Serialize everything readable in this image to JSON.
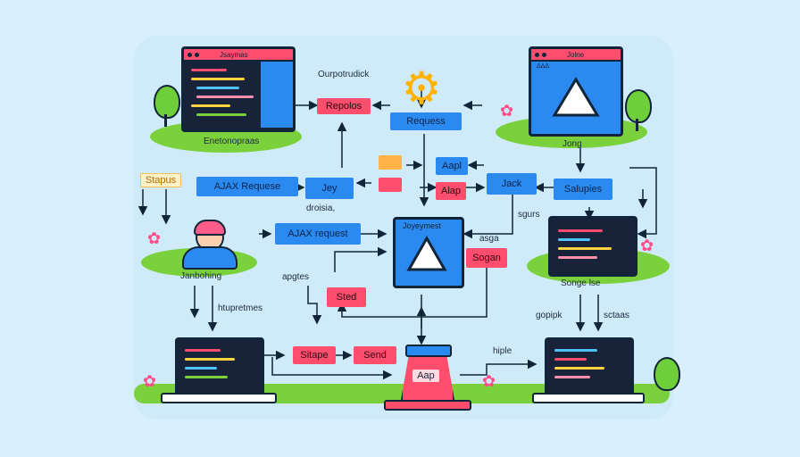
{
  "windows": {
    "top_left_title": "Jsaymas",
    "top_right_title": "Jolne",
    "top_right_subtitle": "ΔΔΔ",
    "center_title": "Joyeymest"
  },
  "labels": {
    "enetonoprass": "Enetonopraas",
    "ourpotrudick": "Ourpotrudick",
    "jong": "Jong",
    "stapus": "Stapus",
    "droisia": "droisia,",
    "sgurs": "sgurs",
    "asga": "asga",
    "janbohing": "Janbohing",
    "apgtes": "apgtes",
    "songe_lse": "Songe lse",
    "htupretmes": "htupretmes",
    "gopipk": "gopipk",
    "sctaas": "sctaas",
    "hiple": "hiple"
  },
  "boxes": {
    "repolos": "Repolos",
    "requess": "Requess",
    "ajax_request_1": "AJAX Requese",
    "jey": "Jey",
    "aapi": "Aapl",
    "alap": "Alap",
    "jack": "Jack",
    "salupies": "Salupies",
    "ajax_request_2": "AJAX request",
    "sogan": "Sogan",
    "sted": "Sted",
    "sitape": "Sitape",
    "send": "Send",
    "aap": "Aap"
  },
  "colors": {
    "blue": "#2a8af0",
    "red": "#ff4d6d",
    "orange": "#ffb347",
    "green": "#7ad13c",
    "dark": "#10243a",
    "background": "#d8effc"
  }
}
